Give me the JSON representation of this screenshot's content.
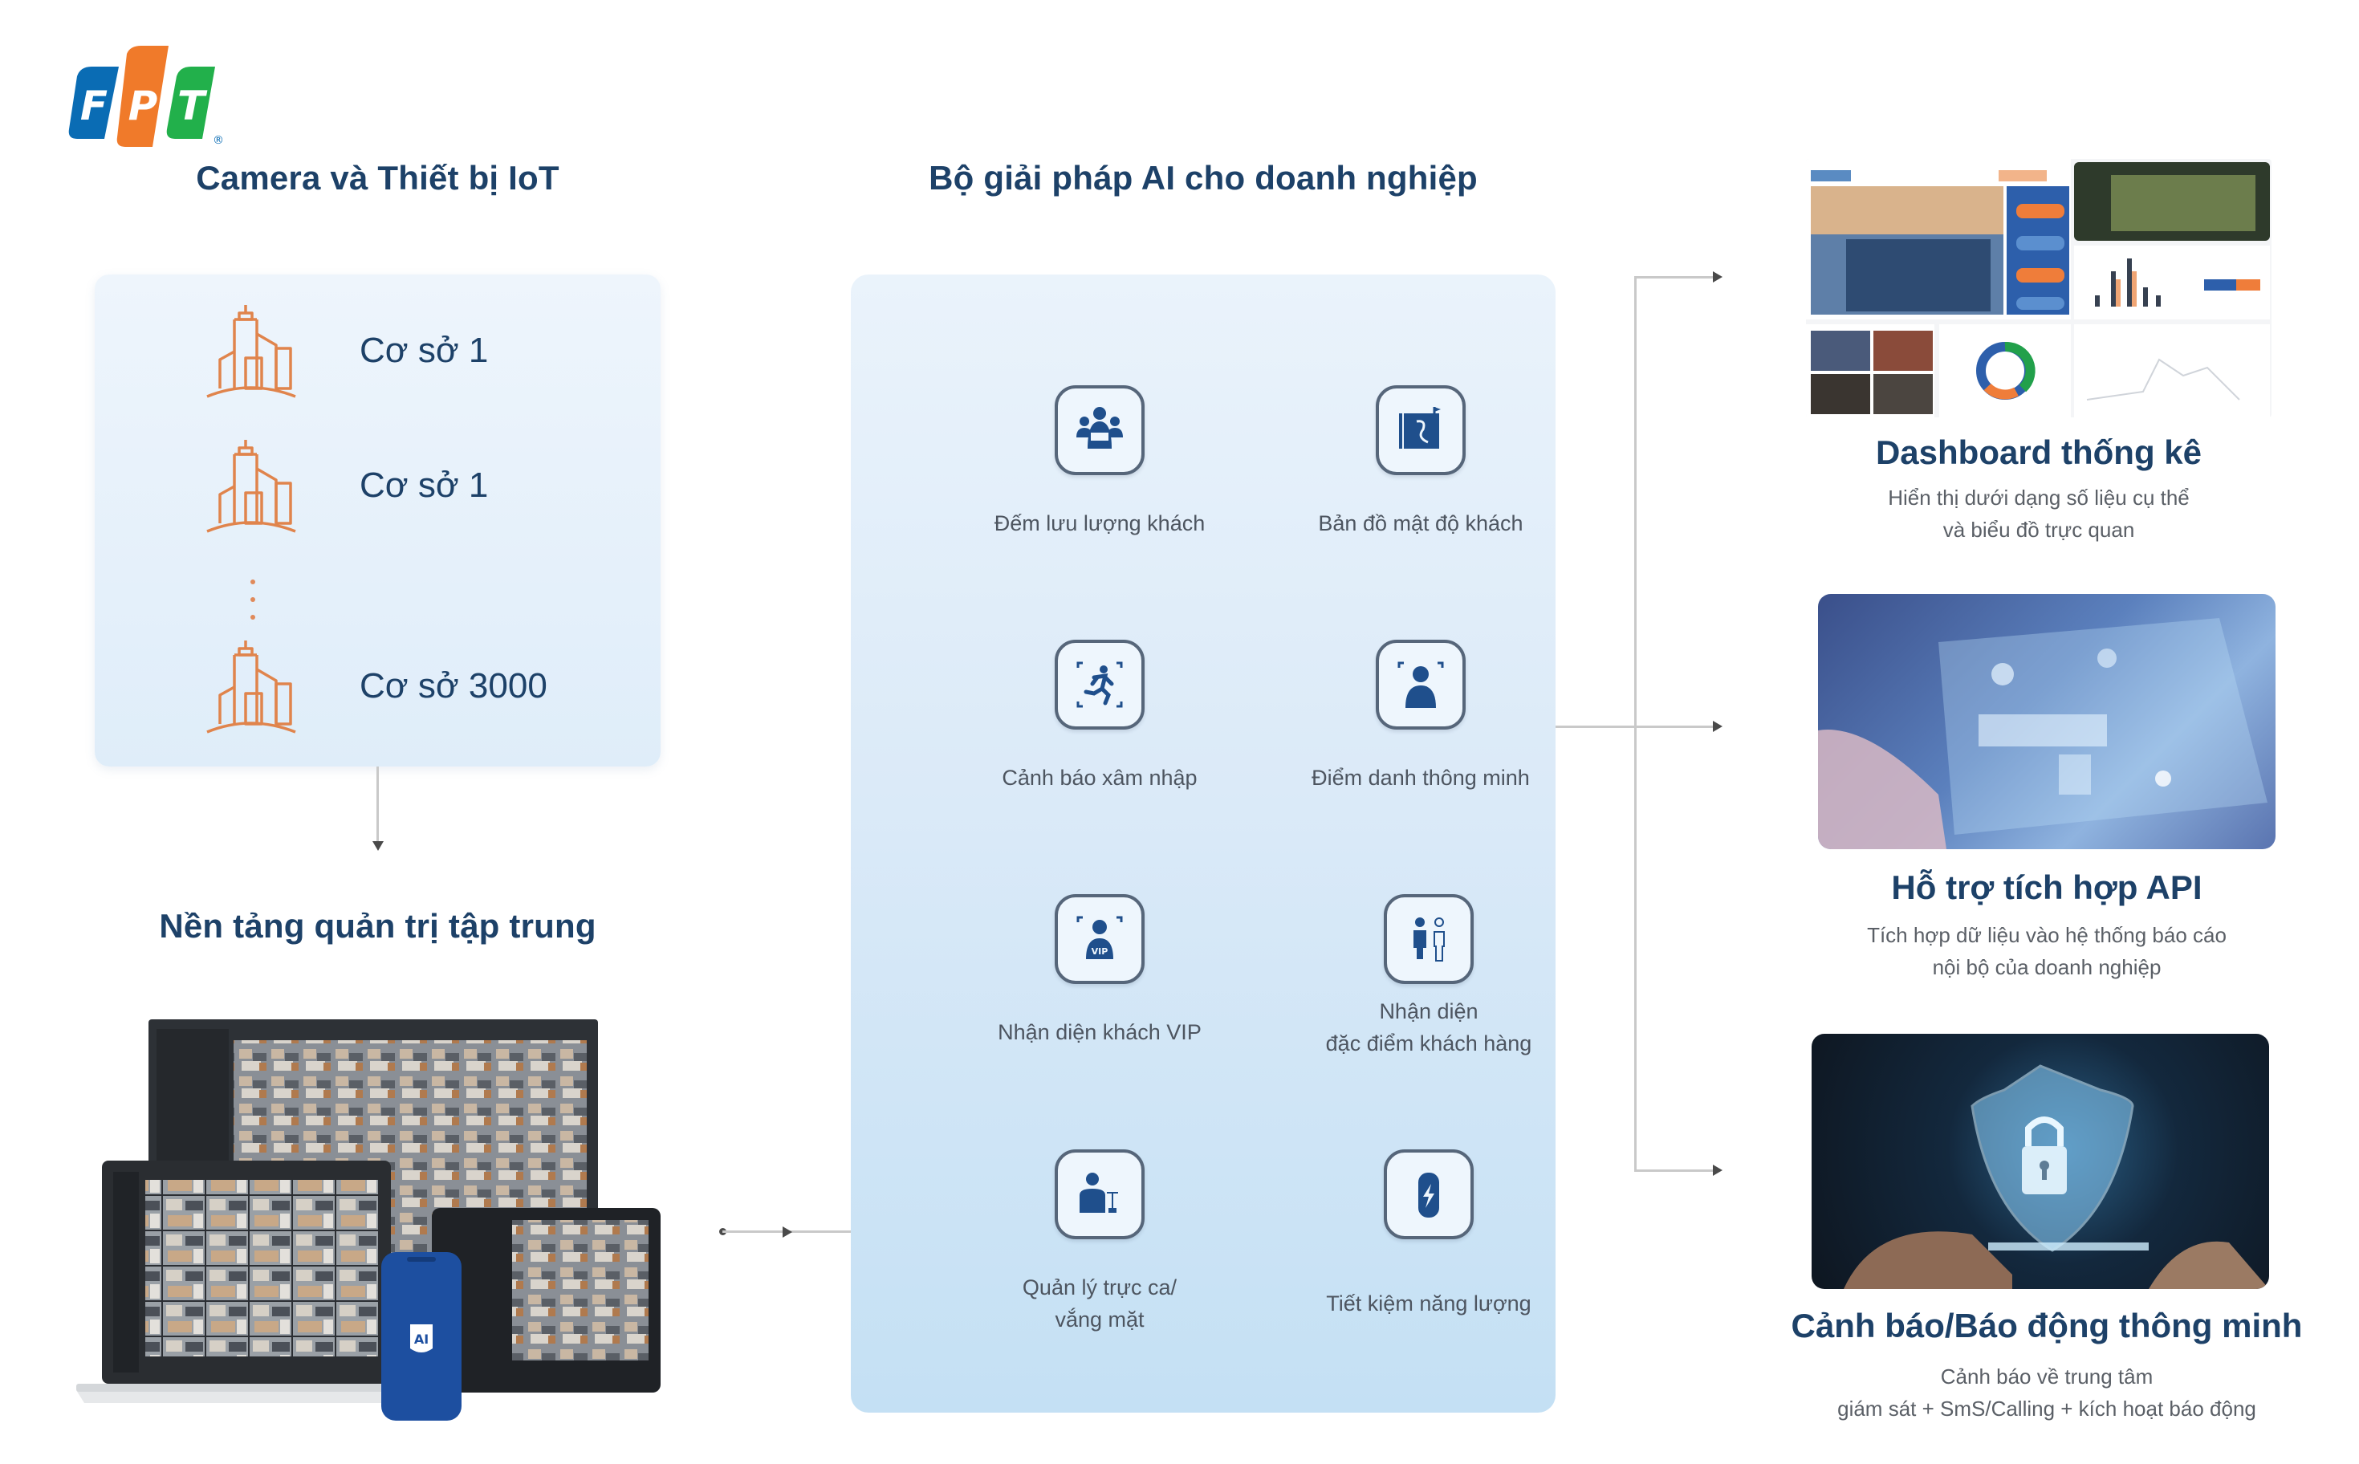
{
  "brand": {
    "logo_letters": [
      "F",
      "P",
      "T"
    ],
    "registered_mark": "®",
    "colors": {
      "blue": "#0a6cb4",
      "orange": "#f07a2a",
      "green": "#22b04b"
    }
  },
  "left_column": {
    "title": "Camera và Thiết bị IoT",
    "sites": [
      {
        "label": "Cơ sở 1",
        "icon": "building-icon"
      },
      {
        "label": "Cơ sở 1",
        "icon": "building-icon"
      },
      {
        "label": "Cơ sở 3000",
        "icon": "building-icon"
      }
    ],
    "platform_title": "Nền tảng quản trị tập trung",
    "devices_image": "multi-device-monitoring-image",
    "phone_badge": "AI"
  },
  "middle_column": {
    "title": "Bộ giải pháp AI cho doanh nghiệp",
    "features": [
      {
        "label": "Đếm lưu lượng khách",
        "icon": "people-count-icon"
      },
      {
        "label": "Bản đồ mật độ khách",
        "icon": "density-map-icon"
      },
      {
        "label": "Cảnh báo xâm nhập",
        "icon": "intrusion-runner-icon"
      },
      {
        "label": "Điểm danh thông minh",
        "icon": "face-attendance-icon"
      },
      {
        "label": "Nhận diện khách VIP",
        "icon": "vip-person-icon"
      },
      {
        "label": "Nhận diện\nđặc điểm khách hàng",
        "icon": "customer-attributes-icon"
      },
      {
        "label": "Quản lý trực ca/\nvắng mặt",
        "icon": "shift-management-icon"
      },
      {
        "label": "Tiết kiệm năng lượng",
        "icon": "energy-saving-icon"
      }
    ]
  },
  "right_column": {
    "outputs": [
      {
        "title": "Dashboard thống kê",
        "desc_line1": "Hiển thị dưới dạng số liệu cụ thể",
        "desc_line2": "và biểu đồ trực quan",
        "image": "dashboard-screenshot-image"
      },
      {
        "title": "Hỗ trợ tích hợp API",
        "desc_line1": "Tích hợp dữ liệu vào hệ thống báo cáo",
        "desc_line2": "nội bộ của doanh nghiệp",
        "image": "api-integration-image"
      },
      {
        "title": "Cảnh báo/Báo động thông minh",
        "desc_line1": "Cảnh báo về trung tâm",
        "desc_line2": "giám sát + SmS/Calling + kích hoạt báo động",
        "image": "security-shield-image"
      }
    ]
  },
  "colors": {
    "heading": "#1d4168",
    "body_text": "#4d5560",
    "building_icon": "#e0844c",
    "icon_fill": "#1f4f8c",
    "panel_top": "#eaf3fb",
    "panel_bottom": "#c4e0f4",
    "connector": "#c9c9c9"
  }
}
